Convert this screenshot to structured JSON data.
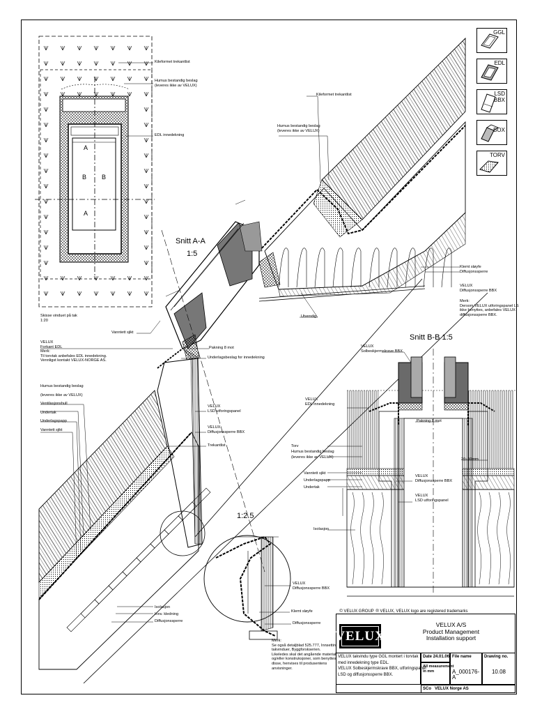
{
  "section_titles": {
    "aa": "Snitt A-A",
    "aa_scale": "1:5",
    "bb": "Snitt B-B 1:5",
    "detail_scale": "1:2.5"
  },
  "plan": {
    "caption": "Skisse vinduet på tak\n1:20",
    "section_letters": [
      "A",
      "A",
      "B",
      "B"
    ]
  },
  "labels": {
    "plan_trekant": "Kileformet trekantlist",
    "plan_humus": "Humus bestandig beslag\n(leveres ikke av VELUX)",
    "plan_edl": "EDL innedekning",
    "top_trekant": "Kileformet trekantlist",
    "top_humus": "Humus bestandig beslag\n(leveres ikke av VELUX)",
    "klemt": "Klemt sløyfe\nDiffusjonssperre",
    "velux_bbx": "VELUX\nDiffusjonssperre BBX",
    "merk_right": "Merk:\nDersom VELUX utforingspanel LS\nikke benyttes, anbefales VELUX\ndiffusjonssperre BBX.",
    "utvindig": "Utvendig",
    "vanntett_aa": "Vanntett sjikt",
    "velux_forkant": "VELUX\nForkant EDL\nMerk:\nTil torvtak anbefales EDL innedekning.\nVennligst kontakt VELUX-NORGE AS.",
    "pakning": "Pakning 8 mot",
    "underlagsbeslag": "Underlagsbeslag for innedekning",
    "left_group": "Humus bestandig beslag\n(leveres ikke av VELUX)\nVentilasjonshull\nUndertak\nUnderlagspapp\nVanntett sjikt",
    "lsd": "VELUX\nLSD utforingspanel",
    "bbx_mid": "VELUX\nDiffusjonssperre BBX",
    "trekantlist": "Trekantlist",
    "isolasjon": "Isolasjon\nInnv. kledning\nDiffusjonssperre",
    "detail_bbx": "VELUX\nDiffusjonssperre BBX",
    "detail_klemt": "Klemt sløyfe",
    "detail_diff": "Diffusjonssperre",
    "merk_bottom": "Merk:\nSe også detaljblad 525.777, Innsetting av\ntakvinduer, Byggforskserien.\nLikeledes skal det angående materialer\nog/eller konstruksjoner, som benyttes\ndisse, henvises til produsentens\nanvisninger.",
    "bb_velux_box": "VELUX\nSolbeskjermskrave BBX",
    "bb_edl": "VELUX\nEDL innedekning",
    "bb_pakning": "Pakning 8 mot",
    "bb_left": "Torv\nHumus bestandig beslag\n(leveres ikke av VELUX)",
    "bb_left2": "Vanntett sjikt\nUnderlagspapp\nUndertak",
    "bb_bbx": "VELUX\nDiffusjonssperre BBX",
    "bb_lsd": "VELUX\nLSD utforingspanel",
    "bb_isolasjon": "Isolasjon",
    "bb_dim": "20÷30mm"
  },
  "legend": [
    {
      "code": "GGL"
    },
    {
      "code": "EDL"
    },
    {
      "code": "LSD",
      "code2": "BBX"
    },
    {
      "code": "BOX"
    },
    {
      "code": "TORV"
    }
  ],
  "trademarks": {
    "group": "VELUX GROUP",
    "text": "VELUX, VELUX logo are registered trademarks"
  },
  "title_block": {
    "logo": "VELUX",
    "company": "VELUX A/S",
    "dept": "Product Management",
    "support": "Installation support",
    "description": "VELUX takvindu type GGL montert i torvtak\nmed innedekning type EDL.\nVELUX Solbeskjermskrave BBX, utforingspanel\nLSD og diffusjonssperre BBX.",
    "date_label": "Date",
    "date_value": "24.01.06",
    "file_label": "File name",
    "file_value": "A_000176-A",
    "drawing_label": "Drawing no.",
    "drawing_value": "10.08",
    "measure_label": "All measurement\nin mm",
    "sco_label": "SCo",
    "sco_value": "VELUX Norge AS"
  },
  "colors": {
    "line": "#000000",
    "fill_dark": "#555555",
    "fill_mid": "#9a9a9a"
  }
}
